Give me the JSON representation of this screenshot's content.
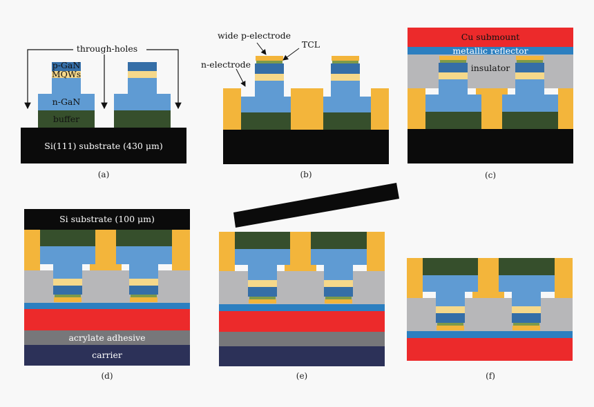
{
  "colors": {
    "black": "#0b0b0b",
    "gold": "#f3b53b",
    "green": "#364f2c",
    "blue_ngan": "#5f9bd3",
    "blue_pgan": "#356ea7",
    "mqw": "#f5d88a",
    "tcl": "#7d9a4a",
    "gray": "#b7b7b9",
    "red": "#ec2a2b",
    "reflector": "#2c7fc0",
    "adhesive": "#77777a",
    "carrier": "#2c3158"
  },
  "panel_a": {
    "through_holes": "through-holes",
    "p_gan": "p-GaN",
    "mqws": "MQWs",
    "n_gan": "n-GaN",
    "buffer": "buffer",
    "substrate": "Si(111) substrate (430 μm)",
    "caption": "(a)"
  },
  "panel_b": {
    "wide_p_electrode": "wide p-electrode",
    "tcl": "TCL",
    "n_electrode": "n-electrode",
    "caption": "(b)"
  },
  "panel_c": {
    "cu_submount": "Cu submount",
    "metallic_reflector": "metallic reflector",
    "insulator": "insulator",
    "caption": "(c)"
  },
  "panel_d": {
    "si_substrate": "Si substrate (100 μm)",
    "acrylate_adhesive": "acrylate adhesive",
    "carrier": "carrier",
    "caption": "(d)"
  },
  "panel_e": {
    "caption": "(e)"
  },
  "panel_f": {
    "caption": "(f)"
  }
}
